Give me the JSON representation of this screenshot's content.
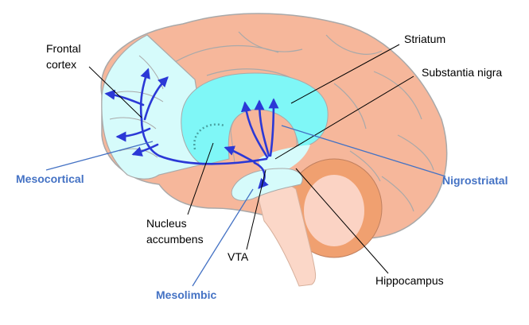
{
  "labels": {
    "frontal_cortex_line1": "Frontal",
    "frontal_cortex_line2": "cortex",
    "striatum": "Striatum",
    "substantia_nigra": "Substantia nigra",
    "nucleus_accumbens_line1": "Nucleus",
    "nucleus_accumbens_line2": "accumbens",
    "vta": "VTA",
    "hippocampus": "Hippocampus"
  },
  "pathways": {
    "mesocortical": "Mesocortical",
    "nigrostriatal": "Nigrostriatal",
    "mesolimbic": "Mesolimbic"
  },
  "colors": {
    "brain": "#f6b79b",
    "brain_outline": "#a9a9a9",
    "frontal_region": "#d6fbfb",
    "striatum_region": "#7ff7f7",
    "pathway_arrows": "#2b38d6",
    "pathway_label": "#4472c4",
    "cerebellum_outer": "#f0a070",
    "cerebellum_inner": "#fbd3c4",
    "brainstem": "#fbd7c8"
  }
}
